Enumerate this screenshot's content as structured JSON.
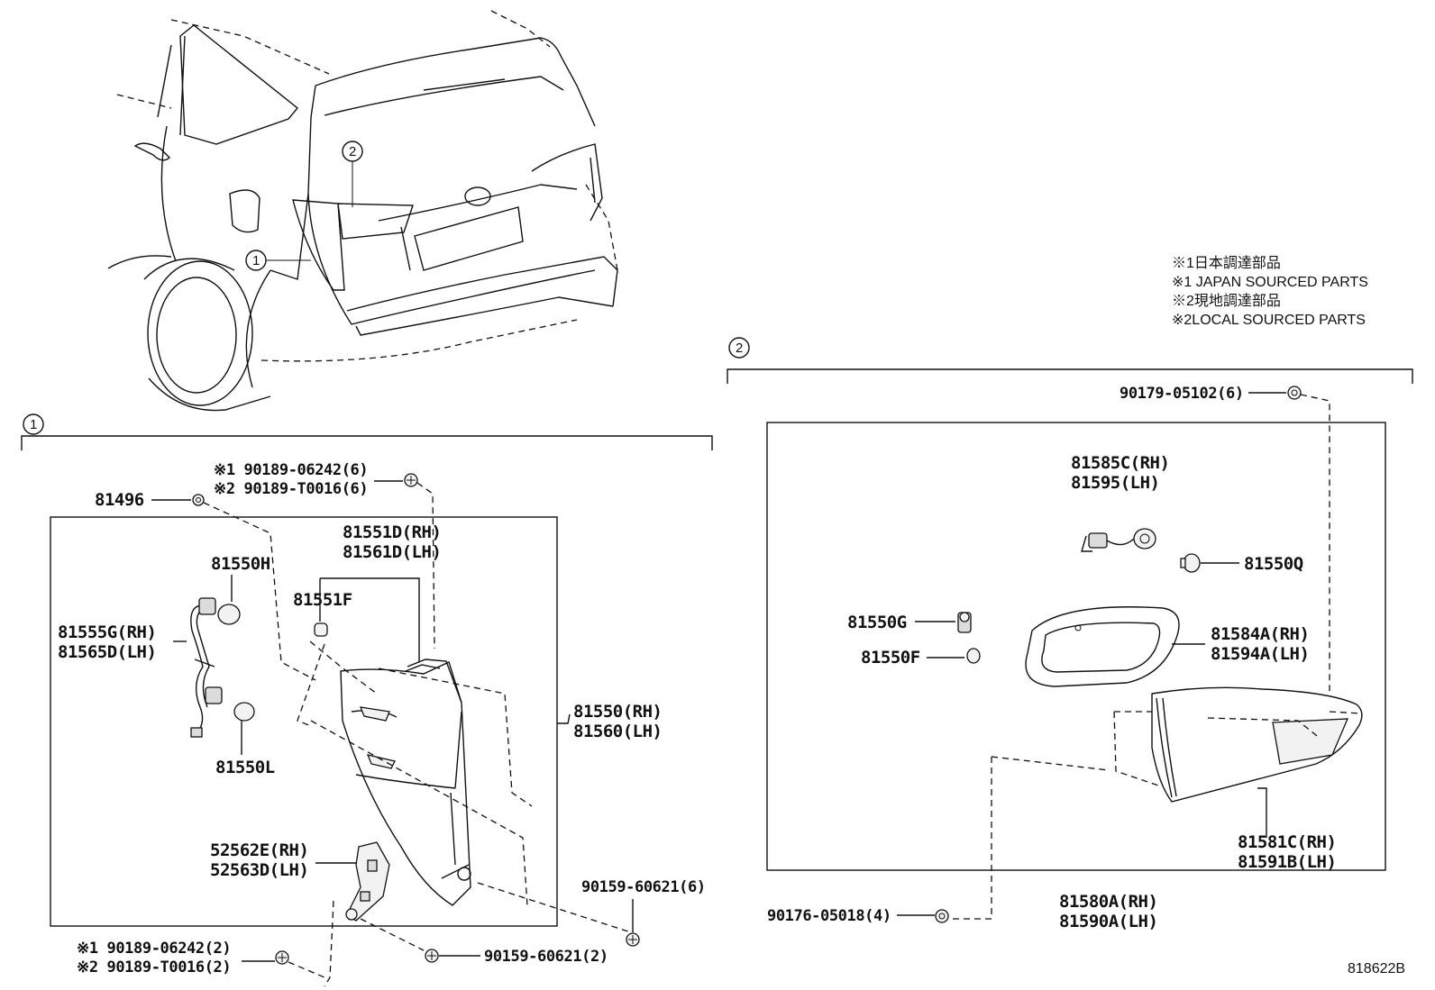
{
  "notes": [
    "※1日本調達部品",
    "※1 JAPAN SOURCED PARTS",
    "※2現地調達部品",
    "※2LOCAL SOURCED PARTS"
  ],
  "callouts": {
    "one": "1",
    "two": "2"
  },
  "group1": {
    "p81496": "81496",
    "p90189_top_a": "※1 90189-06242(6)",
    "p90189_top_b": "※2 90189-T0016(6)",
    "p81550H": "81550H",
    "p81551D": "81551D(RH)",
    "p81561D": "81561D(LH)",
    "p81551F": "81551F",
    "p81555G": "81555G(RH)",
    "p81565D": "81565D(LH)",
    "p81550": "81550(RH)",
    "p81560": "81560(LH)",
    "p81550L": "81550L",
    "p52562E": "52562E(RH)",
    "p52563D": "52563D(LH)",
    "p90159_6": "90159-60621(6)",
    "p90189_bot_a": "※1 90189-06242(2)",
    "p90189_bot_b": "※2 90189-T0016(2)",
    "p90159_2": "90159-60621(2)"
  },
  "group2": {
    "p90179": "90179-05102(6)",
    "p81585C": "81585C(RH)",
    "p81595": "81595(LH)",
    "p81550Q": "81550Q",
    "p81550G": "81550G",
    "p81550F": "81550F",
    "p81584A": "81584A(RH)",
    "p81594A": "81594A(LH)",
    "p81581C": "81581C(RH)",
    "p81591B": "81591B(LH)",
    "p90176": "90176-05018(4)",
    "p81580A": "81580A(RH)",
    "p81590A": "81590A(LH)"
  },
  "diagram_code": "818622B"
}
